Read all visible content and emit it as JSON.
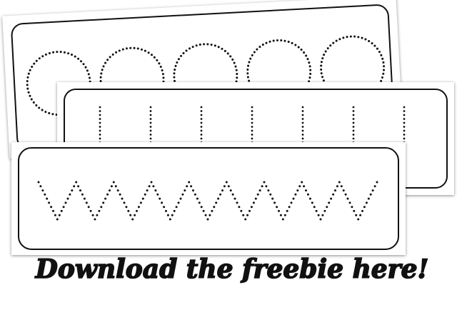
{
  "caption": {
    "text": "Download the freebie here!"
  },
  "colors": {
    "ink": "#111111",
    "paper": "#ffffff",
    "shadow": "#9a9a9a"
  },
  "sheets": [
    {
      "name": "circles-tracing-card",
      "pattern": "circles",
      "repeat": 5
    },
    {
      "name": "vertical-lines-tracing-card",
      "pattern": "vertical-lines",
      "repeat": 7
    },
    {
      "name": "zigzag-tracing-card",
      "pattern": "zigzag",
      "repeat": 9
    }
  ]
}
